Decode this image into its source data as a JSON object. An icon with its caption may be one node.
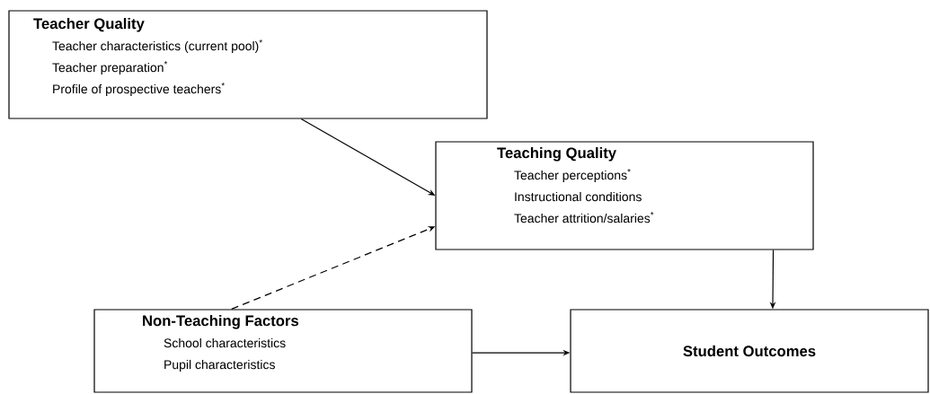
{
  "diagram": {
    "nodes": [
      {
        "text": [
          "Teacher Quality",
          "Teacher characteristics (current pool)$^{*}$",
          "Teacher preparation$^{*}$",
          "Profile of prospective teachers$^{*}$"
        ]
      },
      {
        "text": [
          "Teaching Quality",
          "Teacher perceptions$^{*}$",
          "Instructional conditions",
          "Teacher attrition/salaries$^{*}$"
        ]
      },
      {
        "text": [
          "Non-Teaching Factors",
          "School characteristics",
          "Pupil characteristics"
        ]
      },
      {
        "text": [
          "Student Outcomes"
        ]
      }
    ],
    "edges": [
      {
        "from": 0,
        "to": 1,
        "arrow": "to"
      },
      {
        "from": 2,
        "to": 1,
        "arrow": "to",
        "style": "dashed"
      },
      {
        "from": 1,
        "to": 3,
        "arrow": "to"
      },
      {
        "from": 2,
        "to": 3,
        "arrow": "to"
      }
    ]
  }
}
